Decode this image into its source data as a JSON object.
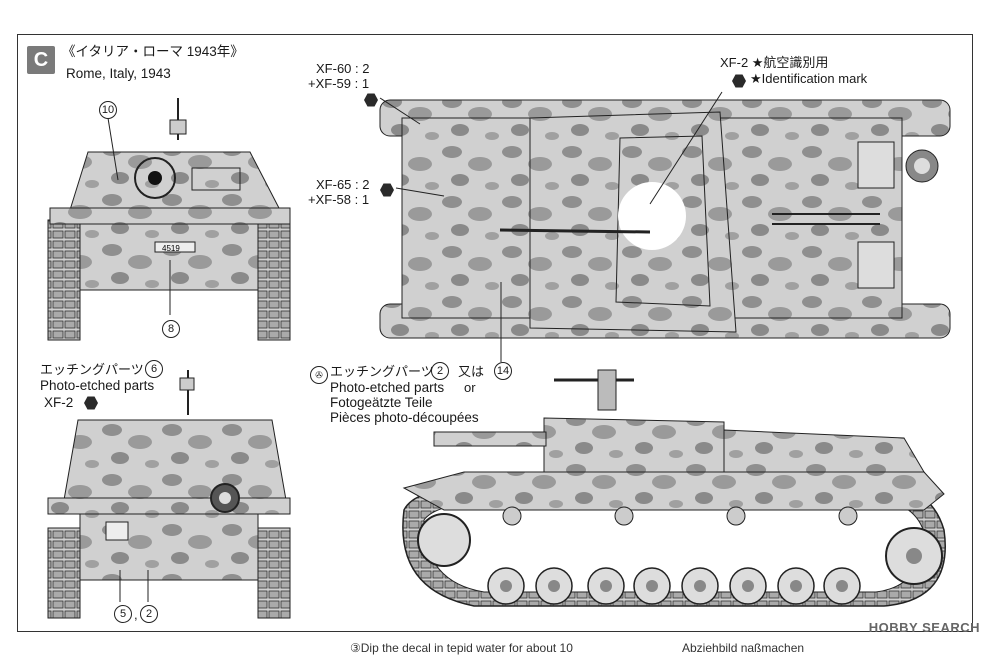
{
  "section": {
    "badge": "C",
    "title_jp": "《イタリア・ローマ 1943年》",
    "title_en": "Rome, Italy, 1943"
  },
  "callouts": {
    "front_view_top": "10",
    "front_view_bottom": "8",
    "rear_view_a": "5",
    "rear_view_sep": ",",
    "rear_view_b": "2",
    "top_view": "14"
  },
  "paints": {
    "top_a": "XF-60 : 2",
    "top_b": "+XF-59 : 1",
    "mid_a": "XF-65 : 2",
    "mid_b": "+XF-58 : 1",
    "rear": "XF-2"
  },
  "mark": {
    "jp": "XF-2 ★航空識別用",
    "en": "★Identification mark"
  },
  "rear_parts": {
    "jp": "エッチングパーツ",
    "jp_num": "6",
    "en": "Photo-etched parts"
  },
  "side_parts": {
    "jp": "エッチングパーツ",
    "jp_num": "2",
    "or_jp": "又は",
    "or_en": "or",
    "callout": "14",
    "en": "Photo-etched parts",
    "de": "Fotogeätzte Teile",
    "fr": "Pièces photo-découpées"
  },
  "plate_number": "4519",
  "watermark": "HOBBY SEARCH",
  "footer": {
    "left": "③Dip the decal in tepid water for about 10",
    "right": "Abziehbild naßmachen"
  },
  "colors": {
    "camo_base": "#c9c9c9",
    "camo_spot": "#8a8a8a",
    "line": "#2a2a2a",
    "badge": "#7a7a7a"
  }
}
